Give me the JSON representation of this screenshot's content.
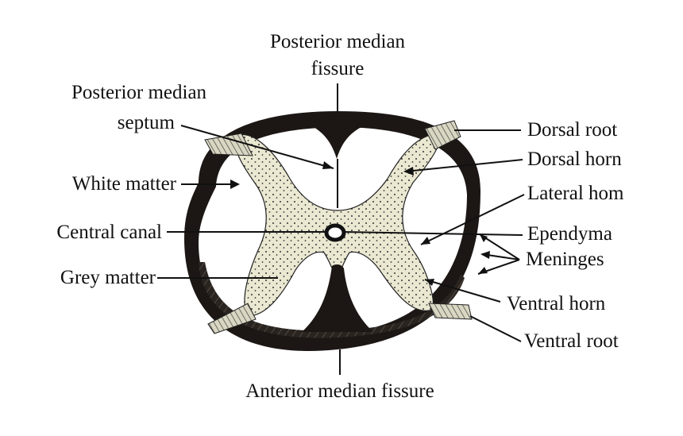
{
  "labels": {
    "posterior_median_fissure": [
      "Posterior median",
      "fissure"
    ],
    "posterior_median_septum": [
      "Posterior median",
      "septum"
    ],
    "white_matter": "White matter",
    "central_canal": "Central canal",
    "grey_matter": "Grey matter",
    "dorsal_root": "Dorsal root",
    "dorsal_horn": "Dorsal horn",
    "lateral_horn": "Lateral hom",
    "ependyma": "Ependyma",
    "meninges": "Meninges",
    "ventral_horn": "Ventral horn",
    "ventral_root": "Ventral root",
    "anterior_median_fissure": "Anterior median fissure"
  }
}
